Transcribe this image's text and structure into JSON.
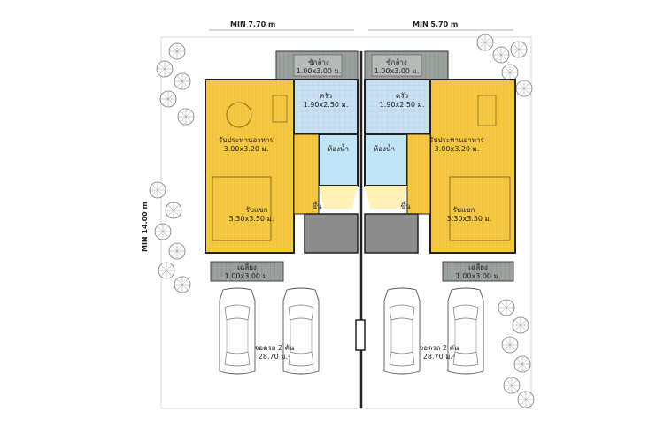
{
  "dimensions": {
    "top_left": "MIN 7.70 m",
    "top_right": "MIN 5.70 m",
    "side": "MIN 14.00 m"
  },
  "left_unit": {
    "laundry": {
      "name": "ซักล้าง",
      "size": "1.00x3.00 ม."
    },
    "kitchen": {
      "name": "ครัว",
      "size": "1.90x2.50 ม."
    },
    "dining": {
      "name": "รับประทานอาหาร",
      "size": "3.00x3.20 ม."
    },
    "bathroom": {
      "name": "ห้องน้ำ"
    },
    "stairs": {
      "name": "ขึ้น"
    },
    "living": {
      "name": "รับแขก",
      "size": "3.30x3.50 ม."
    },
    "terrace": {
      "name": "เฉลียง",
      "size": "1.00x3.00 ม."
    },
    "parking": {
      "name": "จอดรถ 2 คัน",
      "size": "28.70 ม.²"
    }
  },
  "right_unit": {
    "laundry": {
      "name": "ซักล้าง",
      "size": "1.00x3.00 ม."
    },
    "kitchen": {
      "name": "ครัว",
      "size": "1.90x2.50 ม."
    },
    "dining": {
      "name": "รับประทานอาหาร",
      "size": "3.00x3.20 ม."
    },
    "bathroom": {
      "name": "ห้องน้ำ"
    },
    "stairs": {
      "name": "ขึ้น"
    },
    "living": {
      "name": "รับแขก",
      "size": "3.30x3.50 ม."
    },
    "terrace": {
      "name": "เฉลียง",
      "size": "1.00x3.00 ม."
    },
    "parking": {
      "name": "จอดรถ 2 คัน",
      "size": "28.70 ม.²"
    }
  },
  "colors": {
    "floor_yellow": "#f5c842",
    "kitchen_blue": "#c9dff2",
    "bath_blue": "#bfe4f5",
    "stairs_gray": "#8c8c8c",
    "terrace_gray": "#9aa09c",
    "wall": "#222222"
  }
}
